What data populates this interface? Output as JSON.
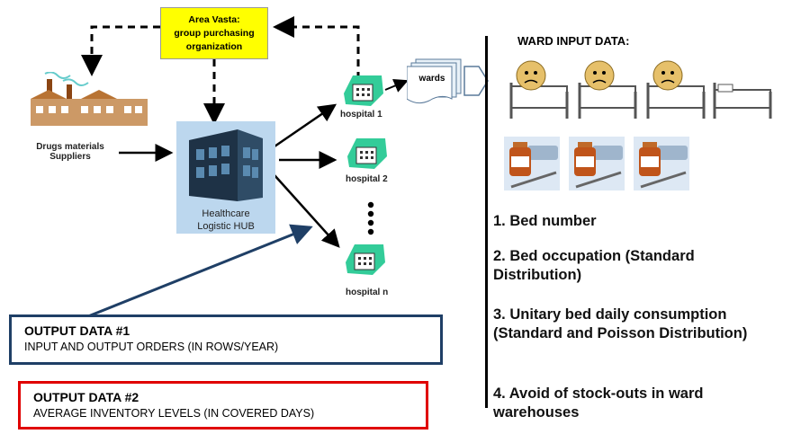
{
  "gpo": {
    "line1": "Area Vasta:",
    "line2": "group purchasing",
    "line3": "organization"
  },
  "suppliers": {
    "line1": "Drugs materials",
    "line2": "Suppliers"
  },
  "hub": {
    "line1": "Healthcare",
    "line2": "Logistic HUB"
  },
  "hospitals": {
    "h1": "hospital 1",
    "h2": "hospital 2",
    "hn": "hospital n"
  },
  "wards": {
    "label": "wards"
  },
  "ward_panel": {
    "title": "WARD INPUT DATA:",
    "items": [
      "1. Bed number",
      "2. Bed occupation (Standard Distribution)",
      "3. Unitary bed daily consumption (Standard and Poisson Distribution)",
      "4. Avoid of stock-outs in ward warehouses"
    ]
  },
  "outputs": [
    {
      "title": "OUTPUT DATA #1",
      "subtitle": "INPUT AND OUTPUT ORDERS (IN ROWS/YEAR)",
      "border": "#1f3f66"
    },
    {
      "title": "OUTPUT DATA #2",
      "subtitle": "AVERAGE INVENTORY LEVELS (IN COVERED DAYS)",
      "border": "#e00000"
    }
  ],
  "colors": {
    "gpo_fill": "#ffff00",
    "hospital_green": "#33cc99",
    "hub_blue": "#5a8ab0"
  }
}
